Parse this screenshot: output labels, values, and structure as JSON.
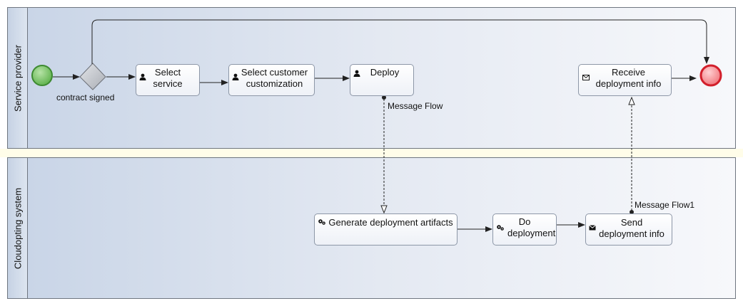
{
  "pools": {
    "provider": {
      "label": "Service provider"
    },
    "system": {
      "label": "Cloudopting system"
    }
  },
  "gateway": {
    "label": "contract signed"
  },
  "tasks": {
    "select_service": {
      "label": "Select service",
      "icon": "user-icon"
    },
    "select_customization": {
      "label": "Select customer customization",
      "icon": "user-icon"
    },
    "deploy": {
      "label": "Deploy",
      "icon": "user-icon"
    },
    "receive_info": {
      "label": "Receive deployment info",
      "icon": "envelope-icon"
    },
    "generate_artifacts": {
      "label": "Generate deployment artifacts",
      "icon": "gears-icon"
    },
    "do_deployment": {
      "label": "Do deployment",
      "icon": "gears-icon"
    },
    "send_info": {
      "label": "Send deployment info",
      "icon": "filled-envelope-icon"
    }
  },
  "message_flows": {
    "flow": {
      "label": "Message Flow"
    },
    "flow1": {
      "label": "Message Flow1"
    }
  },
  "colors": {
    "start_event": "#5cb04a",
    "end_event": "#e8474f",
    "gateway": "#b9bcc2",
    "lane_gradient_start": "#c9d5e7",
    "lane_gradient_end": "#f7f8fb"
  }
}
